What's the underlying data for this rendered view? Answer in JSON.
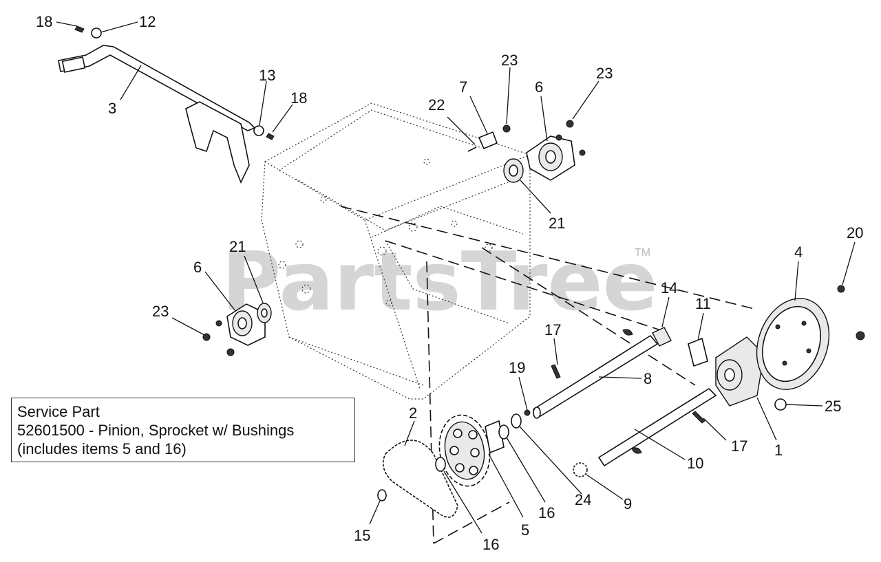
{
  "watermark": {
    "text": "PartsTree",
    "tm": "TM"
  },
  "service_part": {
    "heading": "Service Part",
    "line1": "52601500 - Pinion, Sprocket w/ Bushings",
    "line2": "(includes items 5 and 16)"
  },
  "callouts": [
    {
      "id": "c18a",
      "label": "18"
    },
    {
      "id": "c12",
      "label": "12"
    },
    {
      "id": "c3",
      "label": "3"
    },
    {
      "id": "c13",
      "label": "13"
    },
    {
      "id": "c18b",
      "label": "18"
    },
    {
      "id": "c22",
      "label": "22"
    },
    {
      "id": "c7",
      "label": "7"
    },
    {
      "id": "c23a",
      "label": "23"
    },
    {
      "id": "c6a",
      "label": "6"
    },
    {
      "id": "c23b",
      "label": "23"
    },
    {
      "id": "c21a",
      "label": "21"
    },
    {
      "id": "c21b",
      "label": "21"
    },
    {
      "id": "c6b",
      "label": "6"
    },
    {
      "id": "c23c",
      "label": "23"
    },
    {
      "id": "c14",
      "label": "14"
    },
    {
      "id": "c11",
      "label": "11"
    },
    {
      "id": "c4",
      "label": "4"
    },
    {
      "id": "c20",
      "label": "20"
    },
    {
      "id": "c17a",
      "label": "17"
    },
    {
      "id": "c8",
      "label": "8"
    },
    {
      "id": "c19",
      "label": "19"
    },
    {
      "id": "c25",
      "label": "25"
    },
    {
      "id": "c2",
      "label": "2"
    },
    {
      "id": "c1",
      "label": "1"
    },
    {
      "id": "c17b",
      "label": "17"
    },
    {
      "id": "c10",
      "label": "10"
    },
    {
      "id": "c24",
      "label": "24"
    },
    {
      "id": "c9",
      "label": "9"
    },
    {
      "id": "c16a",
      "label": "16"
    },
    {
      "id": "c5",
      "label": "5"
    },
    {
      "id": "c16b",
      "label": "16"
    },
    {
      "id": "c15",
      "label": "15"
    }
  ]
}
